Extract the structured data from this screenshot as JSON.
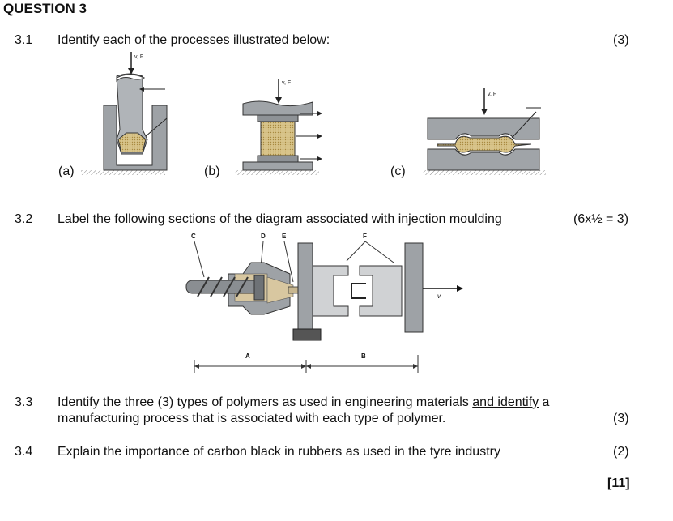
{
  "heading": "QUESTION 3",
  "q31": {
    "num": "3.1",
    "text": "Identify each of the processes illustrated below:",
    "marks": "(3)",
    "labels": [
      "(a)",
      "(b)",
      "(c)"
    ],
    "force_label": "v, F"
  },
  "q32": {
    "num": "3.2",
    "text": "Label the following sections of the diagram associated with injection moulding",
    "marks": "(6x½ = 3)",
    "diagram_labels": {
      "c": "C",
      "d": "D",
      "e": "E",
      "f": "F",
      "v": "v",
      "a": "A",
      "b": "B"
    }
  },
  "q33": {
    "num": "3.3",
    "line1_pre": "Identify the three (3) types of polymers as used in engineering materials ",
    "line1_ul": "and identify",
    "line1_post": " a",
    "line2": "manufacturing process that is associated with each type of polymer.",
    "marks": "(3)"
  },
  "q34": {
    "num": "3.4",
    "text": "Explain the importance of carbon black in rubbers as used in the tyre industry",
    "marks": "(2)"
  },
  "total": "[11]"
}
